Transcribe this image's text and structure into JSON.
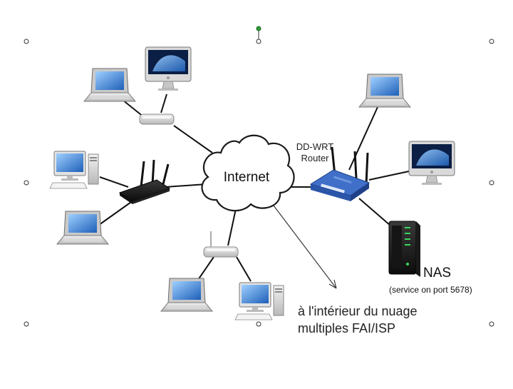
{
  "internet_label": "Internet",
  "router_label": {
    "line1": "DD-WRT",
    "line2": "Router"
  },
  "nas_label": {
    "name": "NAS",
    "detail": "(service on port 5678)"
  },
  "caption": {
    "line1": "à l'intérieur du nuage",
    "line2": "multiples FAI/ISP"
  },
  "colors": {
    "router_blue": "#3f6fc9",
    "screen_blue": "#2f7fd6",
    "rotation_handle": "#2e9d3a",
    "nas_green": "#3ad65a"
  },
  "icons": [
    "laptop-icon",
    "imac-icon",
    "desktop-pc-icon",
    "wireless-access-point-icon",
    "wireless-router-icon",
    "nas-icon",
    "cloud-icon"
  ]
}
